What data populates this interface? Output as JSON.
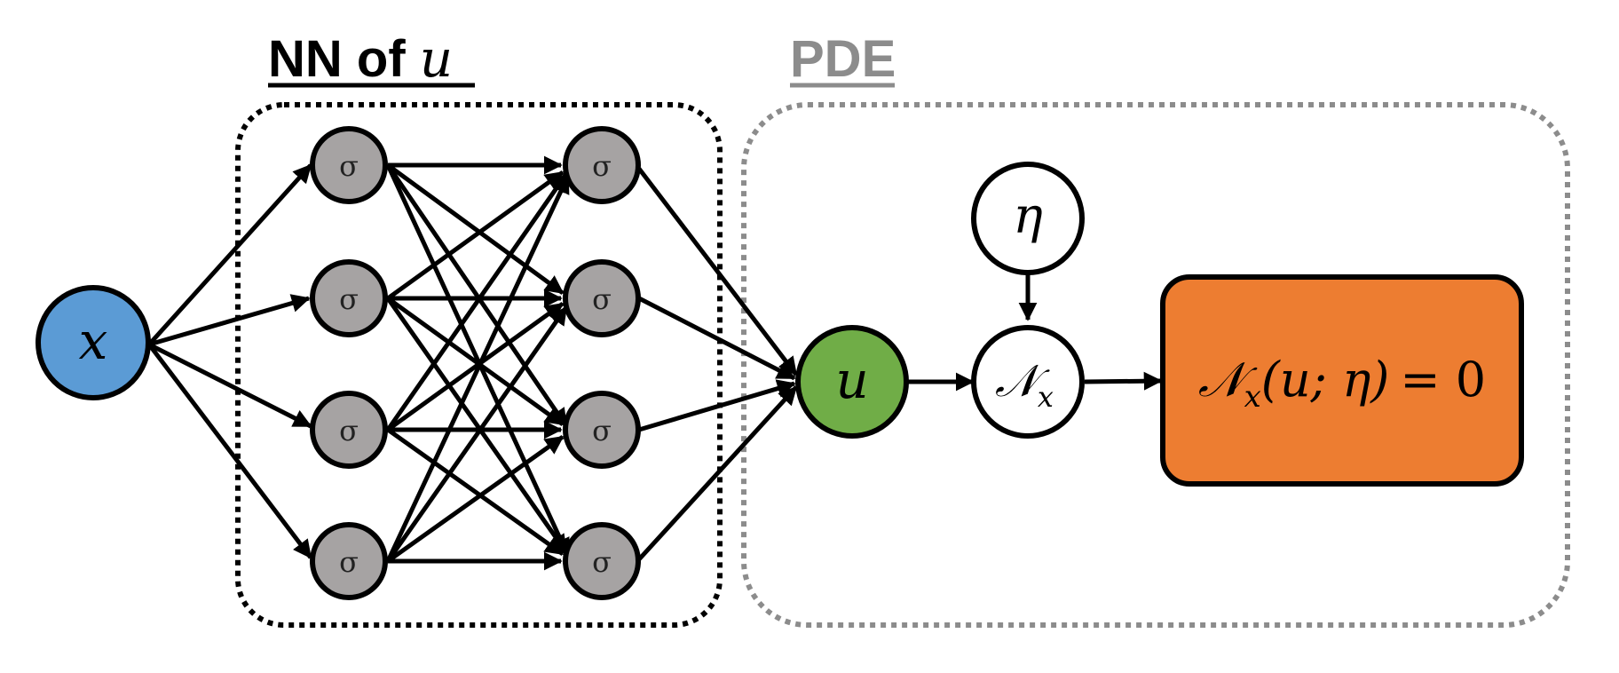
{
  "title_nn": {
    "prefix": "NN of ",
    "variable": "u"
  },
  "title_pde": "PDE",
  "input_node": {
    "label": "x"
  },
  "hidden_layer_1": [
    "σ",
    "σ",
    "σ",
    "σ"
  ],
  "hidden_layer_2": [
    "σ",
    "σ",
    "σ",
    "σ"
  ],
  "output_node": {
    "label": "u"
  },
  "parameter_node": {
    "label": "η"
  },
  "operator_node": {
    "label": "𝒩",
    "subscript": "x"
  },
  "equation": {
    "operator": "𝒩",
    "subscript": "x",
    "arguments": "(u; η)",
    "rhs": "= 0"
  },
  "colors": {
    "input": "#5b9bd5",
    "hidden": "#a6a3a3",
    "output": "#70ad47",
    "equation_box": "#ed7d31",
    "pde_label": "#8c8c8c",
    "pde_border": "#8c8c8c",
    "edge": "#000000"
  }
}
